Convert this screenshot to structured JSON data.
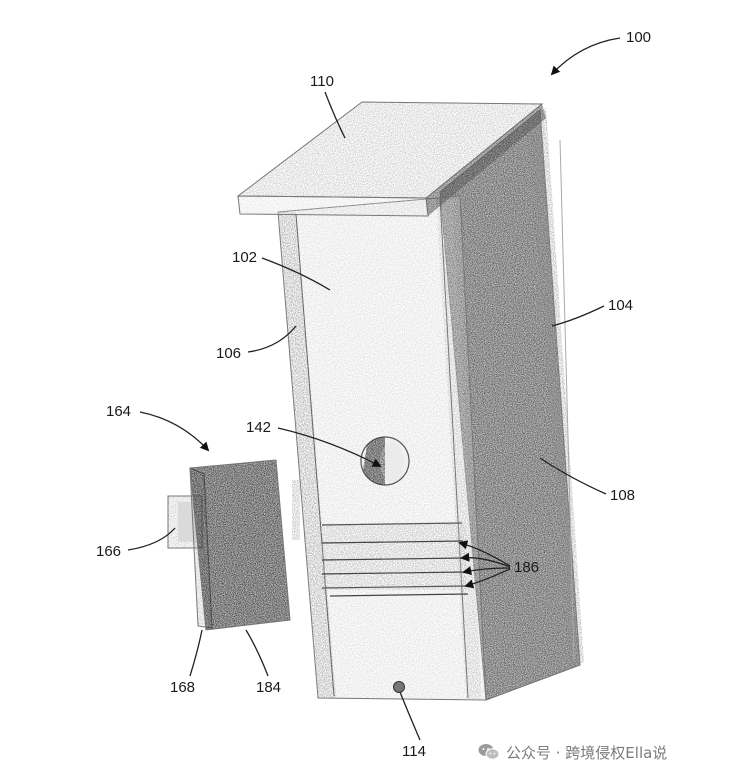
{
  "figure": {
    "labels": {
      "r100": "100",
      "r110": "110",
      "r102": "102",
      "r104": "104",
      "r106": "106",
      "r164": "164",
      "r142": "142",
      "r108": "108",
      "r166": "166",
      "r186": "186",
      "r168": "168",
      "r184": "184",
      "r114": "114"
    }
  },
  "watermark": {
    "text": "公众号 · 跨境侵权Ella说",
    "icon": "wechat-icon"
  }
}
